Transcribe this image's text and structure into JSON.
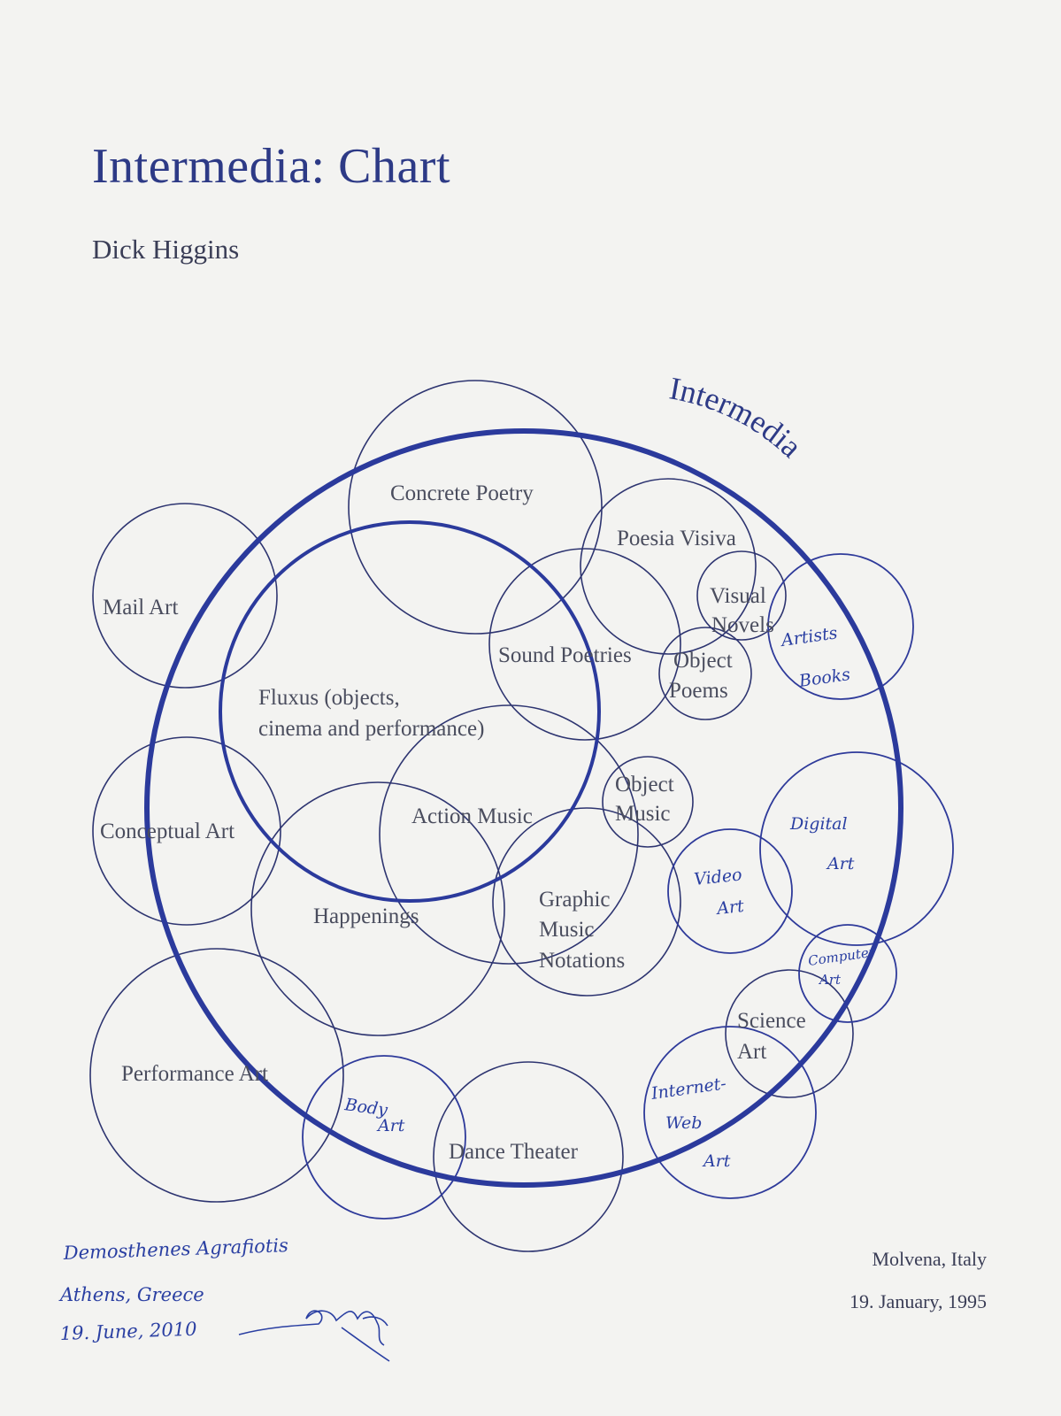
{
  "title": "Intermedia: Chart",
  "author": "Dick Higgins",
  "ring_label": "Intermedia",
  "printed_labels": {
    "concrete_poetry": "Concrete Poetry",
    "poesia_visiva": "Poesia Visiva",
    "visual_novels": [
      "Visual",
      "Novels"
    ],
    "sound_poetries": "Sound Poetries",
    "object_poems": [
      "Object",
      "Poems"
    ],
    "mail_art": "Mail Art",
    "fluxus": [
      "Fluxus (objects,",
      "cinema and performance)"
    ],
    "object_music": [
      "Object",
      "Music"
    ],
    "action_music": "Action Music",
    "conceptual_art": "Conceptual Art",
    "happenings": "Happenings",
    "graphic_music_notations": [
      "Graphic",
      "Music",
      "Notations"
    ],
    "science_art": [
      "Science",
      "Art"
    ],
    "performance_art": "Performance Art",
    "dance_theater": "Dance Theater"
  },
  "handwritten_labels": {
    "artists_books": [
      "Artists",
      "Books"
    ],
    "digital_art": [
      "Digital",
      "Art"
    ],
    "video_art": [
      "Video",
      "Art"
    ],
    "computer_art": [
      "Computer",
      "Art"
    ],
    "internet_web_art": [
      "Internet-",
      "Web",
      "Art"
    ],
    "body_art": [
      "Body",
      "Art"
    ]
  },
  "inscription": {
    "name": "Demosthenes Agrafiotis",
    "place": "Athens, Greece",
    "date": "19. June, 2010"
  },
  "colophon": {
    "place": "Molvena, Italy",
    "date": "19. January, 1995"
  },
  "colors": {
    "title": "#2d3a86",
    "ring": "#2b3a9c",
    "circle": "#2d3470",
    "label": "#4a4d5e",
    "ink": "#2a3fa2"
  }
}
